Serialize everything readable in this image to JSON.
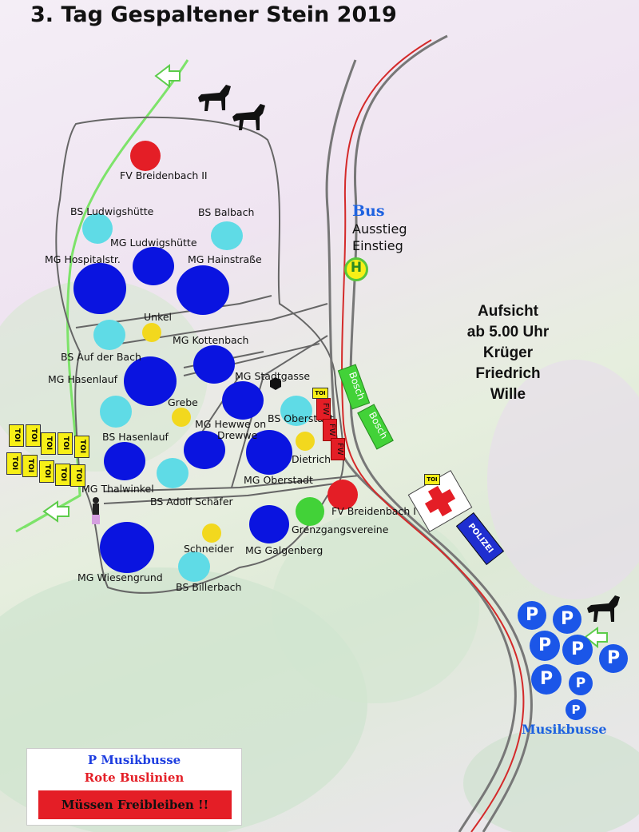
{
  "title": "3. Tag Gespaltener Stein 2019",
  "bus": {
    "heading": "Bus",
    "line1": "Ausstieg",
    "line2": "Einstieg",
    "stop_letter": "H"
  },
  "aufsicht": {
    "line1": "Aufsicht",
    "line2": "ab 5.00 Uhr",
    "line3": "Krüger",
    "line4": "Friedrich",
    "line5": "Wille"
  },
  "places": {
    "fv_breidenbach_2": "FV Breidenbach II",
    "bs_ludwigshuette": "BS Ludwigshütte",
    "bs_balbach": "BS Balbach",
    "mg_ludwigshuette": "MG Ludwigshütte",
    "mg_hospitalstr": "MG Hospitalstr.",
    "mg_hainstrasse": "MG Hainstraße",
    "unkel": "Unkel",
    "bs_auf_der_bach": "BS Auf der Bach",
    "mg_kottenbach": "MG Kottenbach",
    "mg_hasenlauf": "MG Hasenlauf",
    "mg_stadtgasse": "MG Stadtgasse",
    "grebe": "Grebe",
    "bs_oberstadt": "BS Oberstadt",
    "mg_hewwe_on": "MG Hewwe on",
    "drewwe": "Drewwe",
    "bs_hasenlauf": "BS Hasenlauf",
    "dietrich": "Dietrich",
    "mg_oberstadt": "MG Oberstadt",
    "mg_thalwinkel": "MG Thalwinkel",
    "bs_adolf_schaefer": "BS Adolf Schäfer",
    "fv_breidenbach_1": "FV Breidenbach I",
    "grenzgangsvereine": "Grenzgangsvereine",
    "schneider": "Schneider",
    "mg_galgenberg": "MG Galgenberg",
    "mg_wiesengrund": "MG Wiesengrund",
    "bs_billerbach": "BS Billerbach"
  },
  "boxes": {
    "bosch": "Bosch",
    "fw": "FW",
    "toi": "TOI",
    "polizei": "POLIZEI"
  },
  "parking": {
    "letter": "P",
    "label": "Musikbusse"
  },
  "legend": {
    "line1": "P Musikbusse",
    "line2": "Rote Buslinien",
    "warning": "Müssen Freibleiben !!"
  },
  "colors": {
    "blue": "#0a14e0",
    "cyan": "#5fdbe6",
    "yellow": "#f2d81e",
    "red": "#e41e26",
    "green": "#42d238",
    "road_red": "#d42a2a"
  }
}
